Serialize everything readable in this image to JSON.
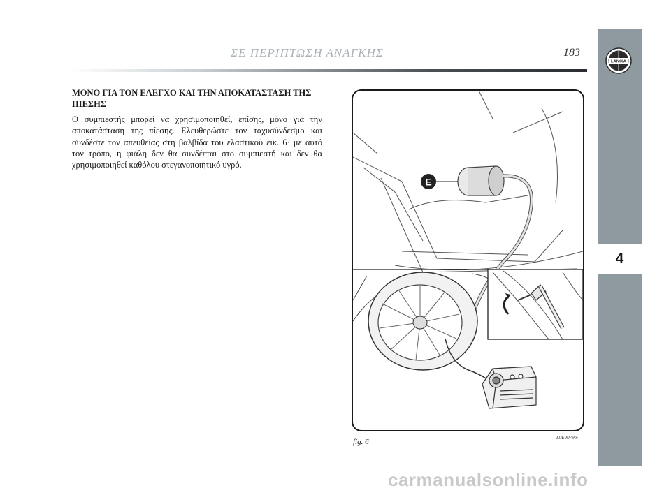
{
  "header": {
    "title": "ΣΕ ΠΕΡΙΠΤΩΣΗ ΑΝΑΓΚΗΣ",
    "page_number": "183"
  },
  "sidebar": {
    "logo_text": "LANCIA",
    "chapter_number": "4",
    "tab_color": "#8f9aa0"
  },
  "section": {
    "heading": "ΜΟΝΟ ΓΙΑ ΤΟΝ ΕΛΕΓΧΟ ΚΑΙ ΤΗΝ ΑΠΟΚΑΤΑΣΤΑΣΗ ΤΗΣ ΠΙΕΣΗΣ",
    "body": "Ο συμπιεστής μπορεί να χρησιμοποιηθεί, επίσης, μόνο για την αποκατάσταση της πίεσης. Ελευθερώστε τον ταχυσύνδεσμο και συνδέστε τον απευθείας στη βαλβίδα του ελαστικού εικ. 6· με αυτό τον τρόπο, η φιάλη δεν θα συνδέεται στο συμπιεστή και δεν θα χρησιμοποιηθεί καθόλου στεγανοποιητικό υγρό."
  },
  "figure": {
    "callout_label": "E",
    "caption": "fig. 6",
    "code": "L0E0079m"
  },
  "watermark": "carmanualsonline.info"
}
